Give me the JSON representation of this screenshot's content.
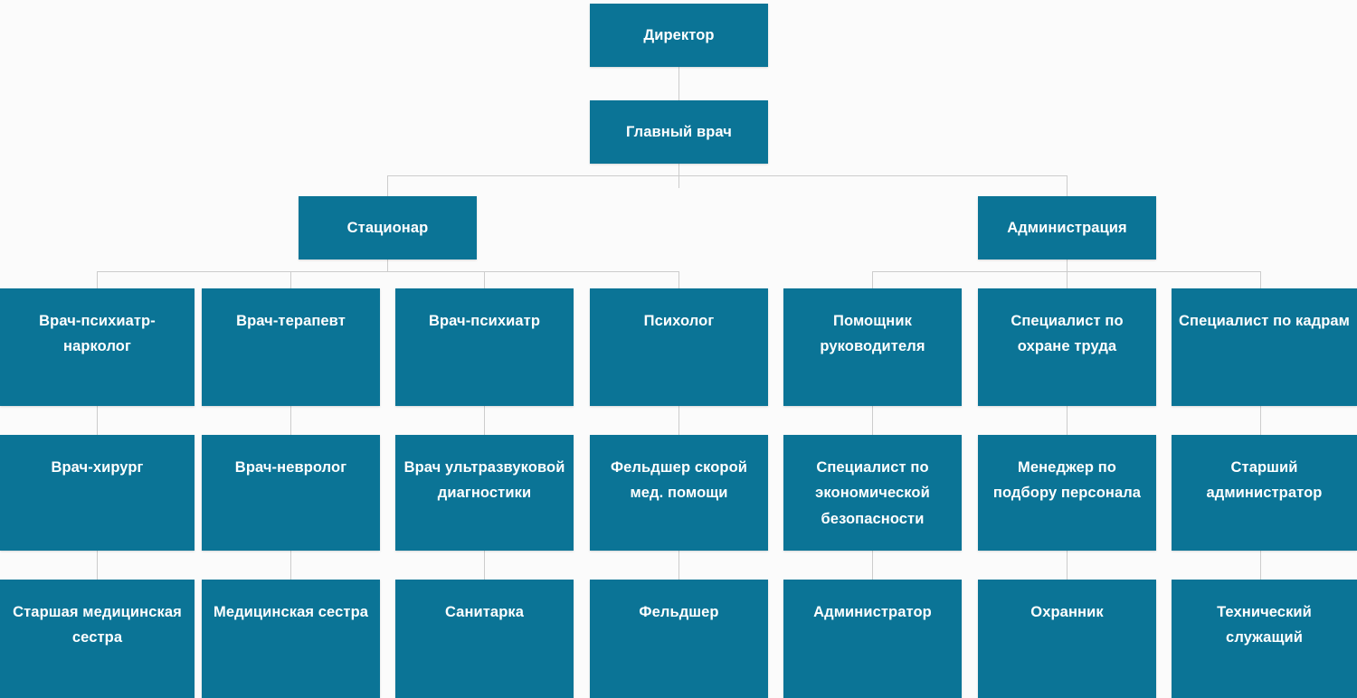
{
  "chart_data": {
    "type": "diagram",
    "title": "",
    "diagram_kind": "organizational-chart",
    "orientation": "top-down",
    "colors": {
      "node_fill": "#0b7496",
      "node_text": "#ffffff",
      "connector": "#cccccc",
      "background": "#fbfbfb"
    },
    "levels": 5,
    "nodes": [
      {
        "id": "director",
        "label": "Директор",
        "level": 1,
        "parent": null
      },
      {
        "id": "chief-doctor",
        "label": "Главный врач",
        "level": 2,
        "parent": "director"
      },
      {
        "id": "stationar",
        "label": "Стационар",
        "level": 3,
        "parent": "chief-doctor"
      },
      {
        "id": "administration",
        "label": "Администрация",
        "level": 3,
        "parent": "chief-doctor"
      },
      {
        "id": "psychiatrist-narcologist",
        "label": "Врач-психиатр-нарколог",
        "level": 4,
        "parent": "stationar"
      },
      {
        "id": "therapist",
        "label": "Врач-терапевт",
        "level": 4,
        "parent": "stationar"
      },
      {
        "id": "psychiatrist",
        "label": "Врач-психиатр",
        "level": 4,
        "parent": "stationar"
      },
      {
        "id": "psychologist",
        "label": "Психолог",
        "level": 4,
        "parent": "stationar"
      },
      {
        "id": "assistant-manager",
        "label": "Помощник руководителя",
        "level": 4,
        "parent": "administration"
      },
      {
        "id": "labor-safety-specialist",
        "label": "Специалист по охране труда",
        "level": 4,
        "parent": "administration"
      },
      {
        "id": "hr-specialist",
        "label": "Специалист по кадрам",
        "level": 4,
        "parent": "administration"
      },
      {
        "id": "surgeon",
        "label": "Врач-хирург",
        "level": 5,
        "parent": "psychiatrist-narcologist"
      },
      {
        "id": "neurologist",
        "label": "Врач-невролог",
        "level": 5,
        "parent": "therapist"
      },
      {
        "id": "ultrasound-doctor",
        "label": "Врач ультразвуковой диагностики",
        "level": 5,
        "parent": "psychiatrist"
      },
      {
        "id": "ambulance-paramedic",
        "label": "Фельдшер скорой мед. помощи",
        "level": 5,
        "parent": "psychologist"
      },
      {
        "id": "economic-security-specialist",
        "label": "Специалист по экономической безопасности",
        "level": 5,
        "parent": "assistant-manager"
      },
      {
        "id": "recruitment-manager",
        "label": "Менеджер по подбору персонала",
        "level": 5,
        "parent": "labor-safety-specialist"
      },
      {
        "id": "senior-administrator",
        "label": "Старший администратор",
        "level": 5,
        "parent": "hr-specialist"
      },
      {
        "id": "head-nurse",
        "label": "Старшая медицинская сестра",
        "level": 6,
        "parent": "surgeon"
      },
      {
        "id": "nurse",
        "label": "Медицинская сестра",
        "level": 6,
        "parent": "neurologist"
      },
      {
        "id": "orderly",
        "label": "Санитарка",
        "level": 6,
        "parent": "ultrasound-doctor"
      },
      {
        "id": "paramedic",
        "label": "Фельдшер",
        "level": 6,
        "parent": "ambulance-paramedic"
      },
      {
        "id": "administrator",
        "label": "Администратор",
        "level": 6,
        "parent": "economic-security-specialist"
      },
      {
        "id": "security-guard",
        "label": "Охранник",
        "level": 6,
        "parent": "recruitment-manager"
      },
      {
        "id": "technical-staff",
        "label": "Технический служащий",
        "level": 6,
        "parent": "senior-administrator"
      }
    ]
  },
  "nodes": {
    "director": {
      "label": "Директор"
    },
    "chief_doctor": {
      "label": "Главный врач"
    },
    "stationar": {
      "label": "Стационар"
    },
    "administration": {
      "label": "Администрация"
    },
    "psychiatrist_narcologist": {
      "label": "Врач-психиатр-нарколог"
    },
    "therapist": {
      "label": "Врач-терапевт"
    },
    "psychiatrist": {
      "label": "Врач-психиатр"
    },
    "psychologist": {
      "label": "Психолог"
    },
    "assistant_manager": {
      "label": "Помощник руководителя"
    },
    "labor_safety_specialist": {
      "label": "Специалист по охране труда"
    },
    "hr_specialist": {
      "label": "Специалист по кадрам"
    },
    "surgeon": {
      "label": "Врач-хирург"
    },
    "neurologist": {
      "label": "Врач-невролог"
    },
    "ultrasound_doctor": {
      "label": "Врач ультразвуковой диагностики"
    },
    "ambulance_paramedic": {
      "label": "Фельдшер скорой мед. помощи"
    },
    "economic_security_specialist": {
      "label": "Специалист по экономической безопасности"
    },
    "recruitment_manager": {
      "label": "Менеджер по подбору персонала"
    },
    "senior_administrator": {
      "label": "Старший администратор"
    },
    "head_nurse": {
      "label": "Старшая медицинская сестра"
    },
    "nurse": {
      "label": "Медицинская сестра"
    },
    "orderly": {
      "label": "Санитарка"
    },
    "paramedic": {
      "label": "Фельдшер"
    },
    "administrator": {
      "label": "Администратор"
    },
    "security_guard": {
      "label": "Охранник"
    },
    "technical_staff": {
      "label": "Технический служащий"
    }
  }
}
